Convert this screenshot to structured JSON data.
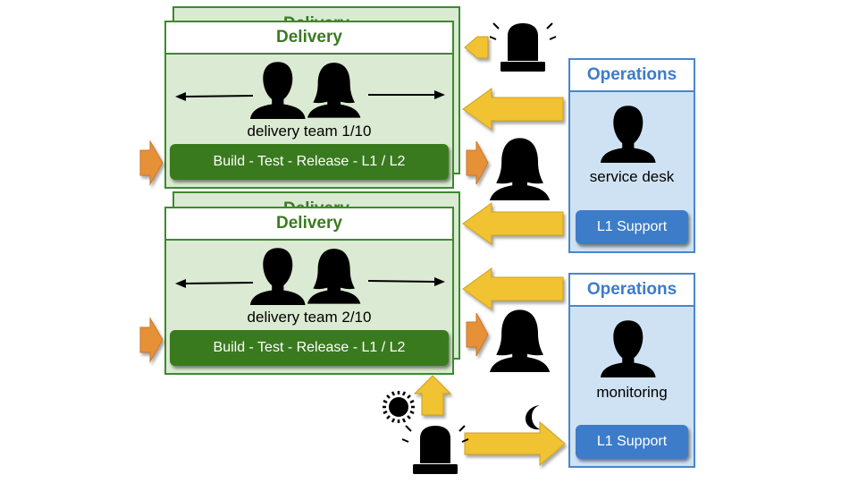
{
  "delivery_top": {
    "back_title": "Delivery",
    "title": "Delivery",
    "team_label": "delivery team 1/10",
    "pipeline_label": "Build - Test - Release - L1 / L2"
  },
  "delivery_bottom": {
    "back_title": "Delivery",
    "title": "Delivery",
    "team_label": "delivery team 2/10",
    "pipeline_label": "Build - Test - Release - L1 / L2"
  },
  "ops_top": {
    "title": "Operations",
    "role": "service desk",
    "button_label": "L1 Support"
  },
  "ops_bottom": {
    "title": "Operations",
    "role": "monitoring",
    "button_label": "L1 Support"
  },
  "colors": {
    "delivery_green": "#3b8a2e",
    "delivery_fill": "#dbead3",
    "pipeline_green": "#3a7a1f",
    "ops_blue": "#3d7cc9",
    "ops_fill": "#cfe2f3",
    "arrow_yellow": "#f1c232",
    "arrow_orange": "#e69138"
  },
  "icons": [
    "person-male-icon",
    "person-female-icon",
    "alarm-siren-icon",
    "sun-icon",
    "moon-icon"
  ]
}
